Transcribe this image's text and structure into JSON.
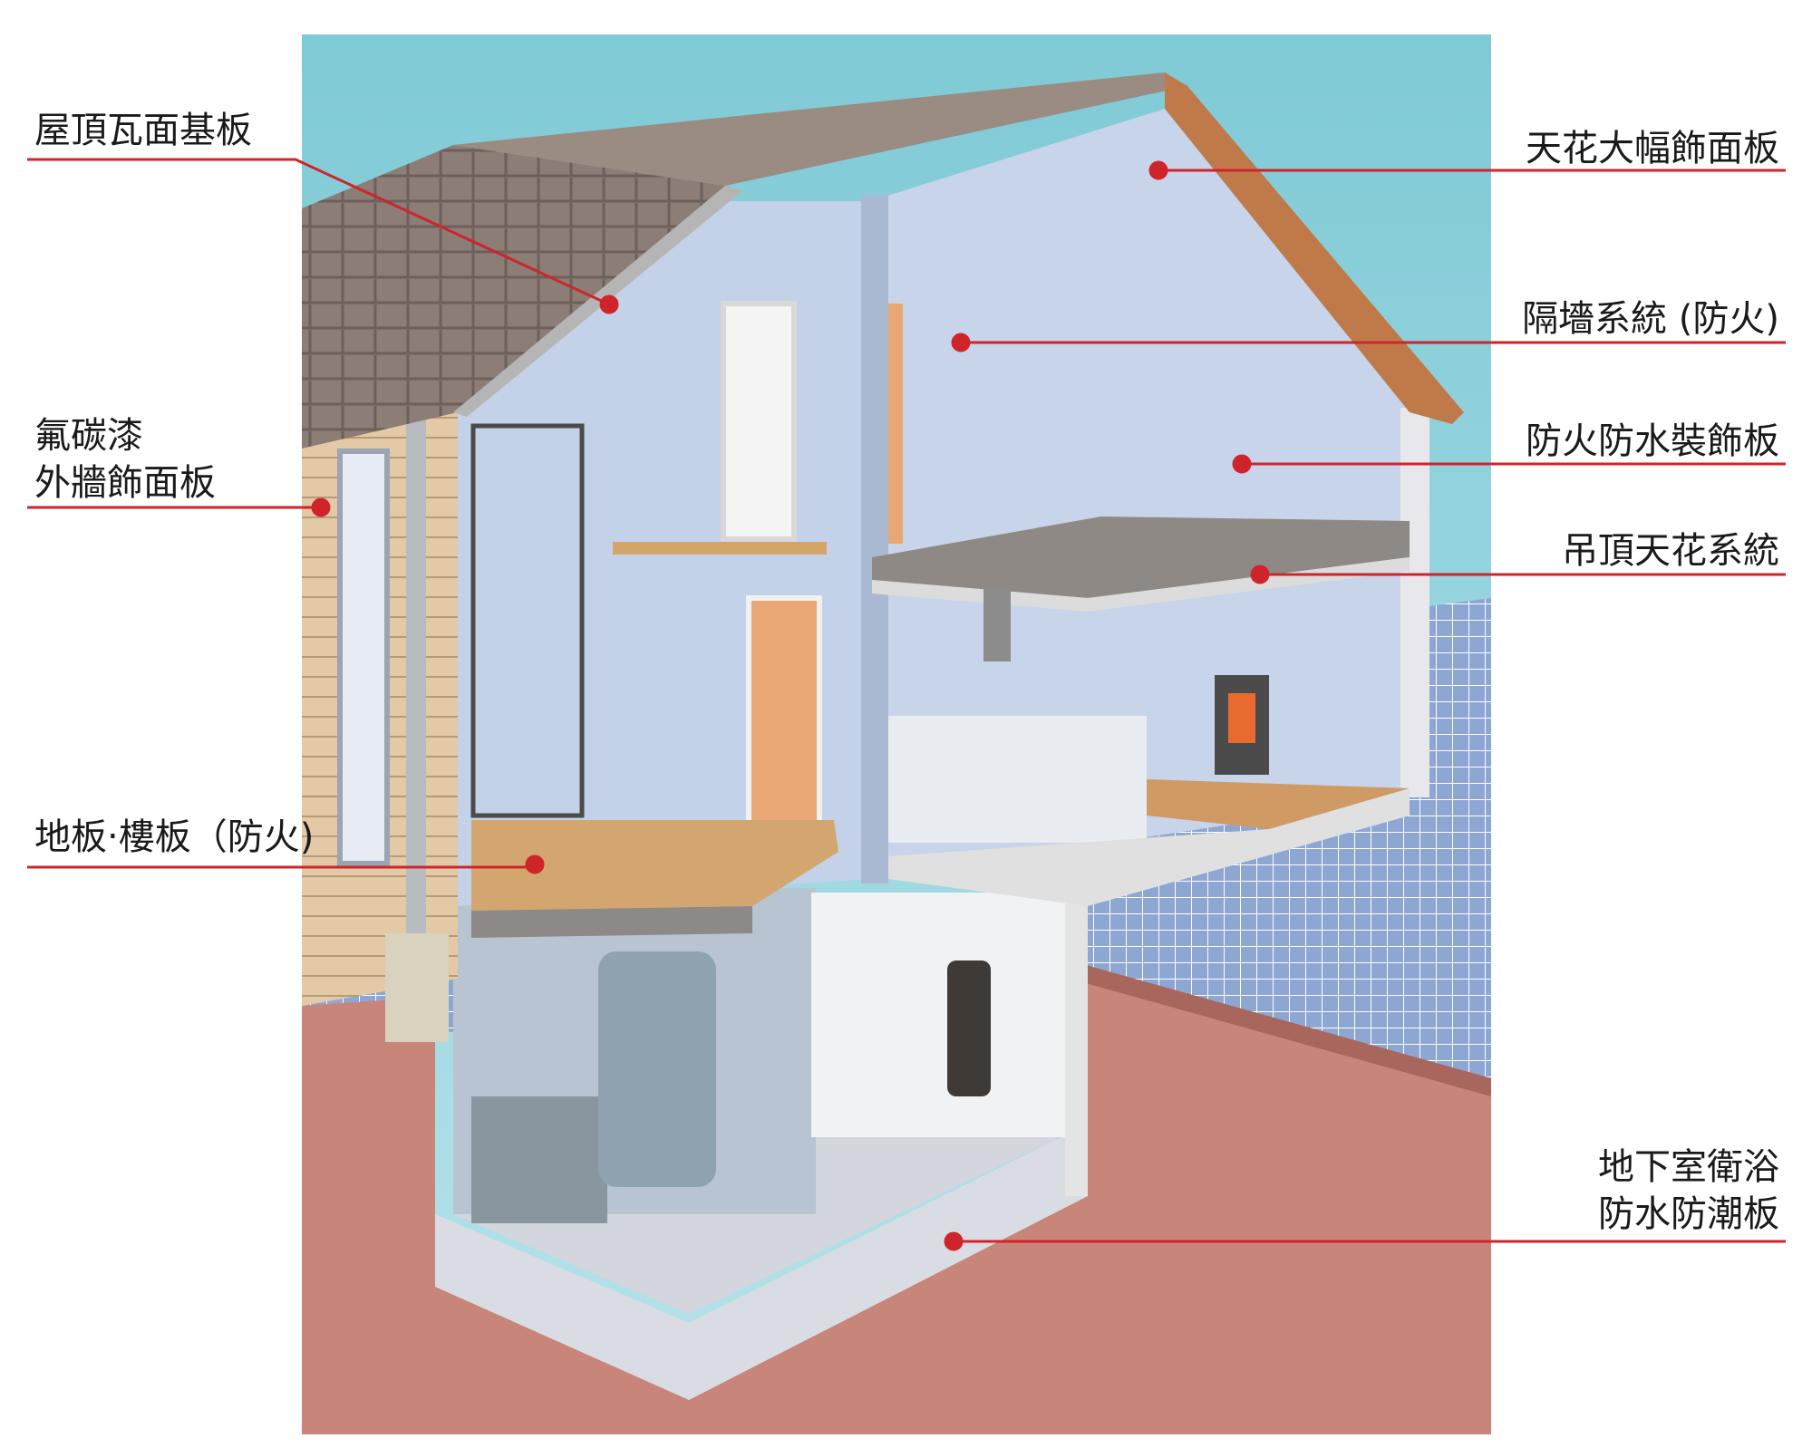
{
  "colors": {
    "sky": "#8fd3dc",
    "roof": "#8a7a72",
    "wall": "#c3d2e8",
    "wood": "#cfa46e",
    "soil": "#c8857a",
    "pool": "#8ea6d2",
    "callout": "#d0242b"
  },
  "labels": {
    "roof_sheathing": "屋頂瓦面基板",
    "exterior_line1": "氟碳漆",
    "exterior_line2": "外牆飾面板",
    "floor": "地板‧樓板（防火)",
    "ceiling_panel": "天花大幅飾面板",
    "partition": "隔墻系統 (防火)",
    "fire_water": "防火防水裝飾板",
    "suspended_ceiling": "吊頂天花系統",
    "basement_line1": "地下室衛浴",
    "basement_line2": "防水防潮板"
  }
}
